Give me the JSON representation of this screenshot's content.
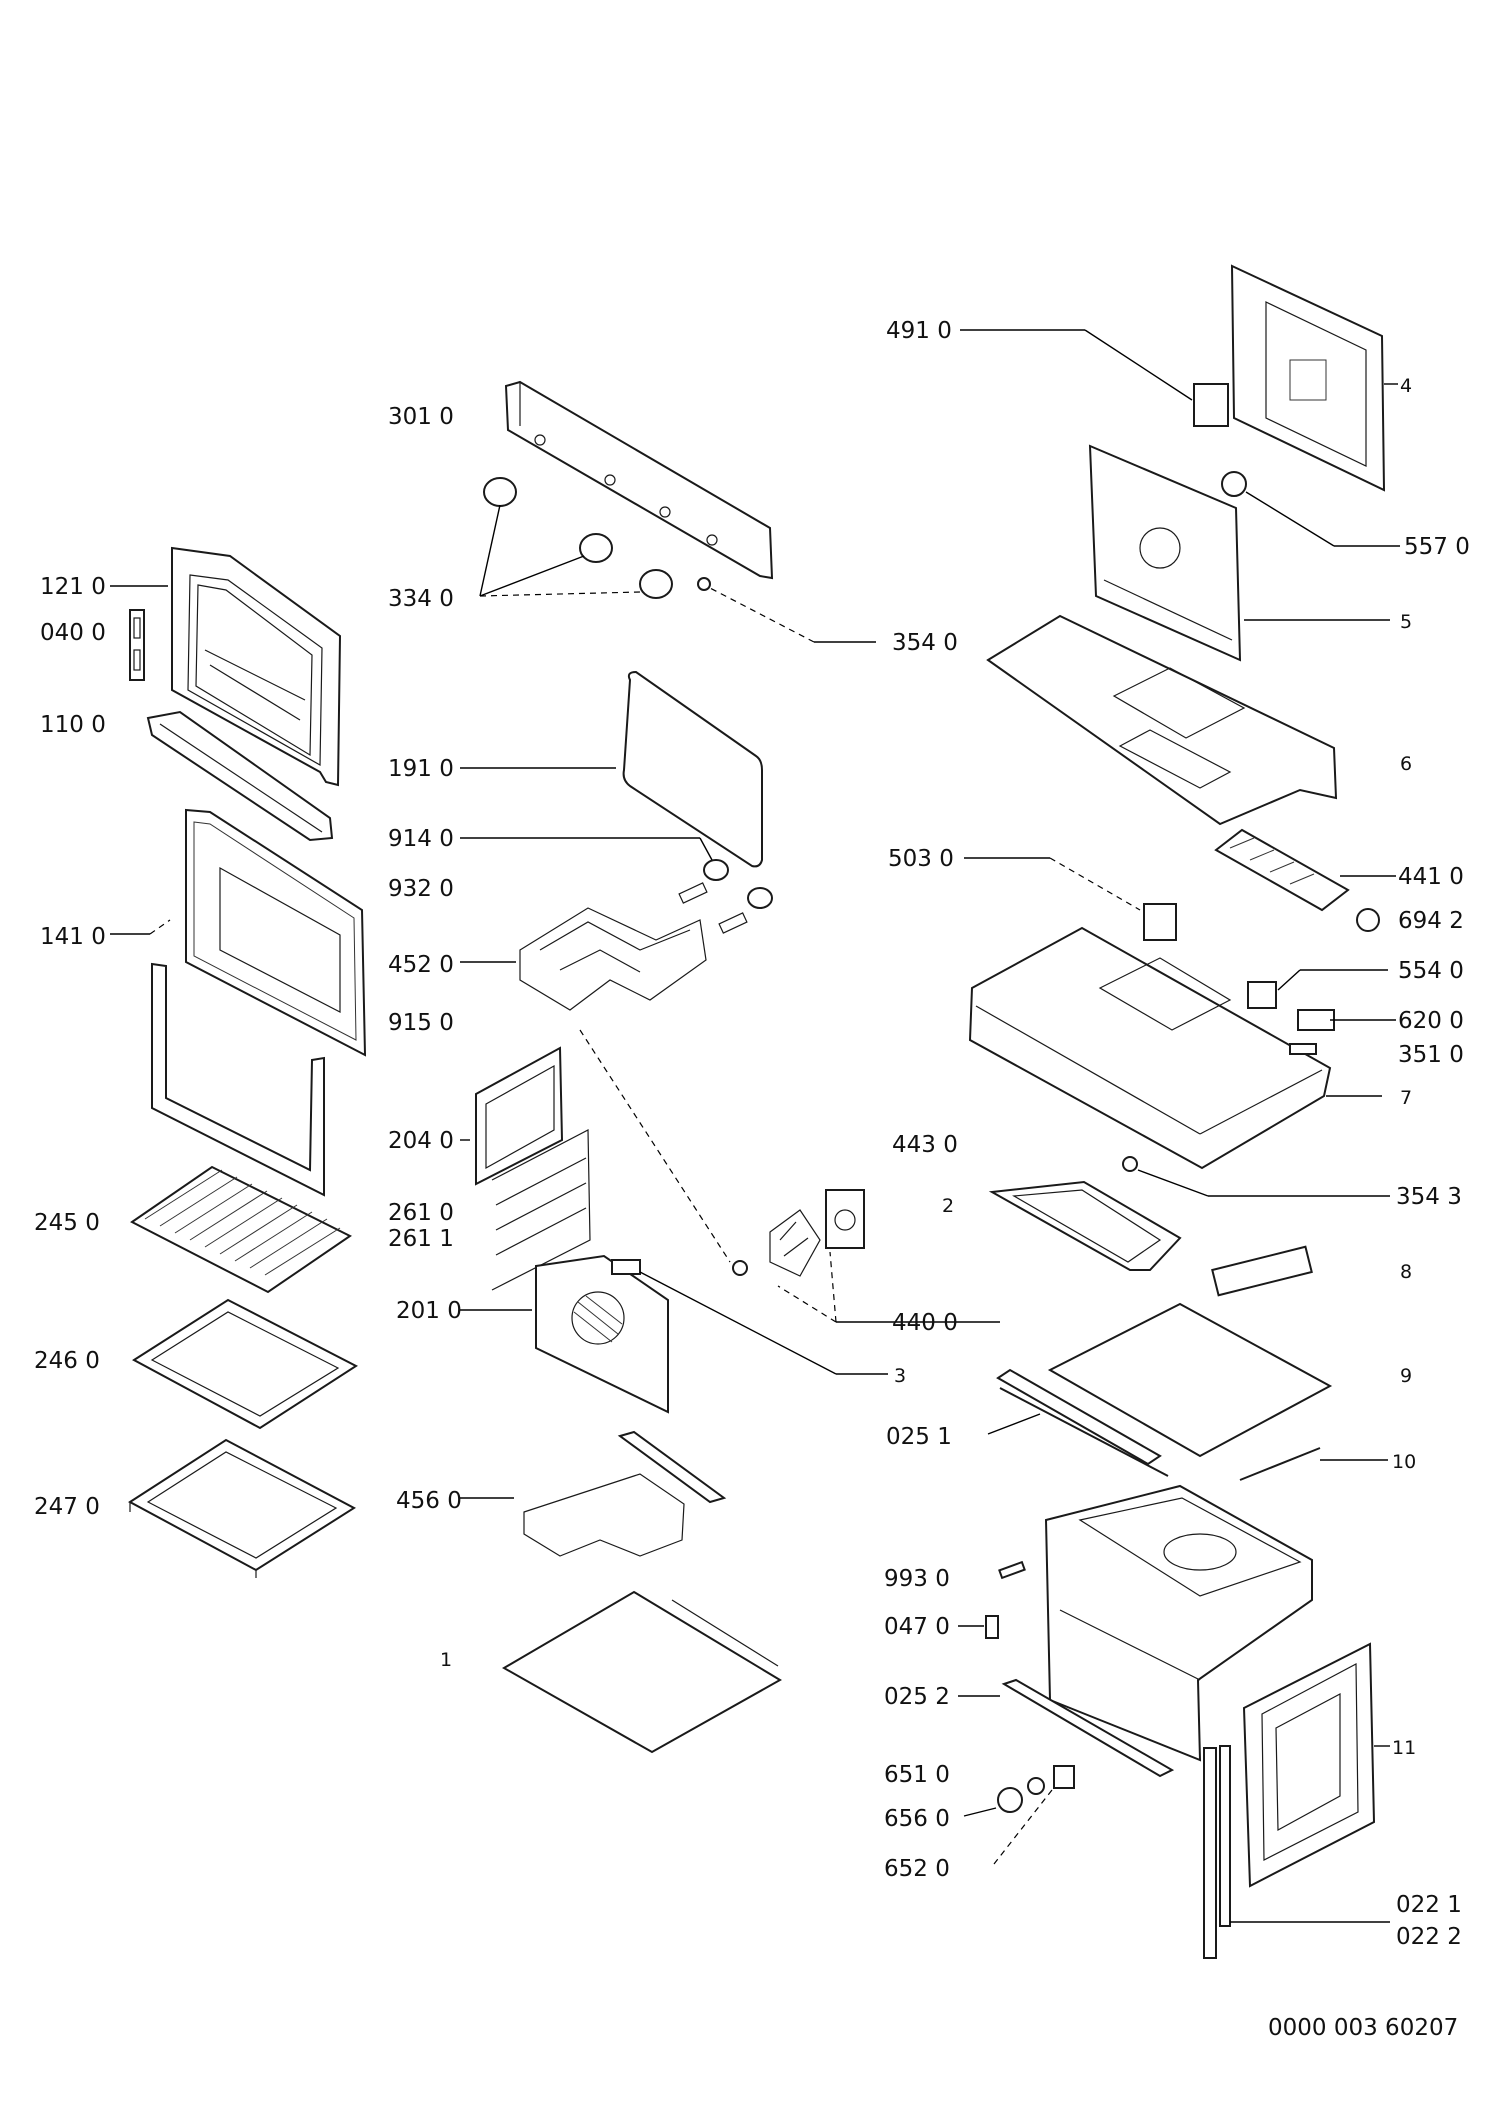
{
  "labels": {
    "p491_0": "491 0",
    "p4": "4",
    "p301_0": "301 0",
    "p557_0": "557 0",
    "p121_0": "121 0",
    "p334_0": "334 0",
    "p040_0": "040 0",
    "p354_0": "354 0",
    "p5": "5",
    "p110_0": "110 0",
    "p191_0": "191 0",
    "p6": "6",
    "p914_0": "914 0",
    "p503_0": "503 0",
    "p441_0": "441 0",
    "p932_0": "932 0",
    "p694_2": "694 2",
    "p141_0": "141 0",
    "p452_0": "452 0",
    "p554_0": "554 0",
    "p915_0": "915 0",
    "p620_0": "620 0",
    "p351_0": "351 0",
    "p7": "7",
    "p204_0": "204 0",
    "p443_0": "443 0",
    "p261_0": "261 0",
    "p261_1": "261 1",
    "p2": "2",
    "p354_3": "354 3",
    "p245_0": "245 0",
    "p8": "8",
    "p201_0": "201 0",
    "p440_0": "440 0",
    "p246_0": "246 0",
    "p3": "3",
    "p9": "9",
    "p025_1": "025 1",
    "p247_0": "247 0",
    "p456_0": "456 0",
    "p10": "10",
    "p993_0": "993 0",
    "p047_0": "047 0",
    "p1": "1",
    "p025_2": "025 2",
    "p11": "11",
    "p651_0": "651 0",
    "p656_0": "656 0",
    "p652_0": "652 0",
    "p022_1": "022 1",
    "p022_2": "022 2"
  },
  "document_code": "0000 003 60207"
}
